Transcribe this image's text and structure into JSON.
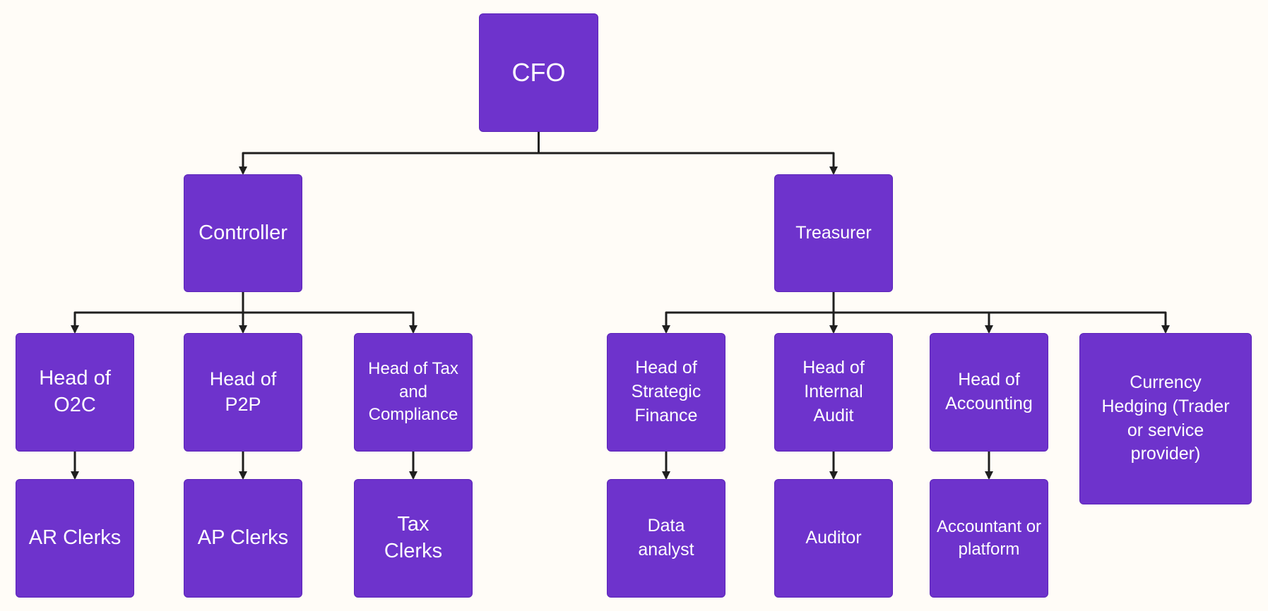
{
  "diagram": {
    "nodes": {
      "cfo": "CFO",
      "controller": "Controller",
      "treasurer": "Treasurer",
      "head_o2c": "Head of O2C",
      "head_p2p": "Head of P2P",
      "head_tax": "Head of Tax and Compliance",
      "head_strategic_finance": "Head of Strategic Finance",
      "head_internal_audit": "Head of Internal Audit",
      "head_accounting": "Head of Accounting",
      "currency_hedging": "Currency Hedging (Trader or service provider)",
      "ar_clerks": "AR Clerks",
      "ap_clerks": "AP Clerks",
      "tax_clerks": "Tax Clerks",
      "data_analyst": "Data analyst",
      "auditor": "Auditor",
      "accountant": "Accountant or platform"
    },
    "edges": [
      [
        "cfo",
        "controller"
      ],
      [
        "cfo",
        "treasurer"
      ],
      [
        "controller",
        "head_o2c"
      ],
      [
        "controller",
        "head_p2p"
      ],
      [
        "controller",
        "head_tax"
      ],
      [
        "treasurer",
        "head_strategic_finance"
      ],
      [
        "treasurer",
        "head_internal_audit"
      ],
      [
        "treasurer",
        "head_accounting"
      ],
      [
        "treasurer",
        "currency_hedging"
      ],
      [
        "head_o2c",
        "ar_clerks"
      ],
      [
        "head_p2p",
        "ap_clerks"
      ],
      [
        "head_tax",
        "tax_clerks"
      ],
      [
        "head_strategic_finance",
        "data_analyst"
      ],
      [
        "head_internal_audit",
        "auditor"
      ],
      [
        "head_accounting",
        "accountant"
      ]
    ],
    "colors": {
      "background": "#fffcf7",
      "node_fill": "#6e33cc",
      "node_text": "#ffffff",
      "connector": "#1f1f1f"
    }
  }
}
